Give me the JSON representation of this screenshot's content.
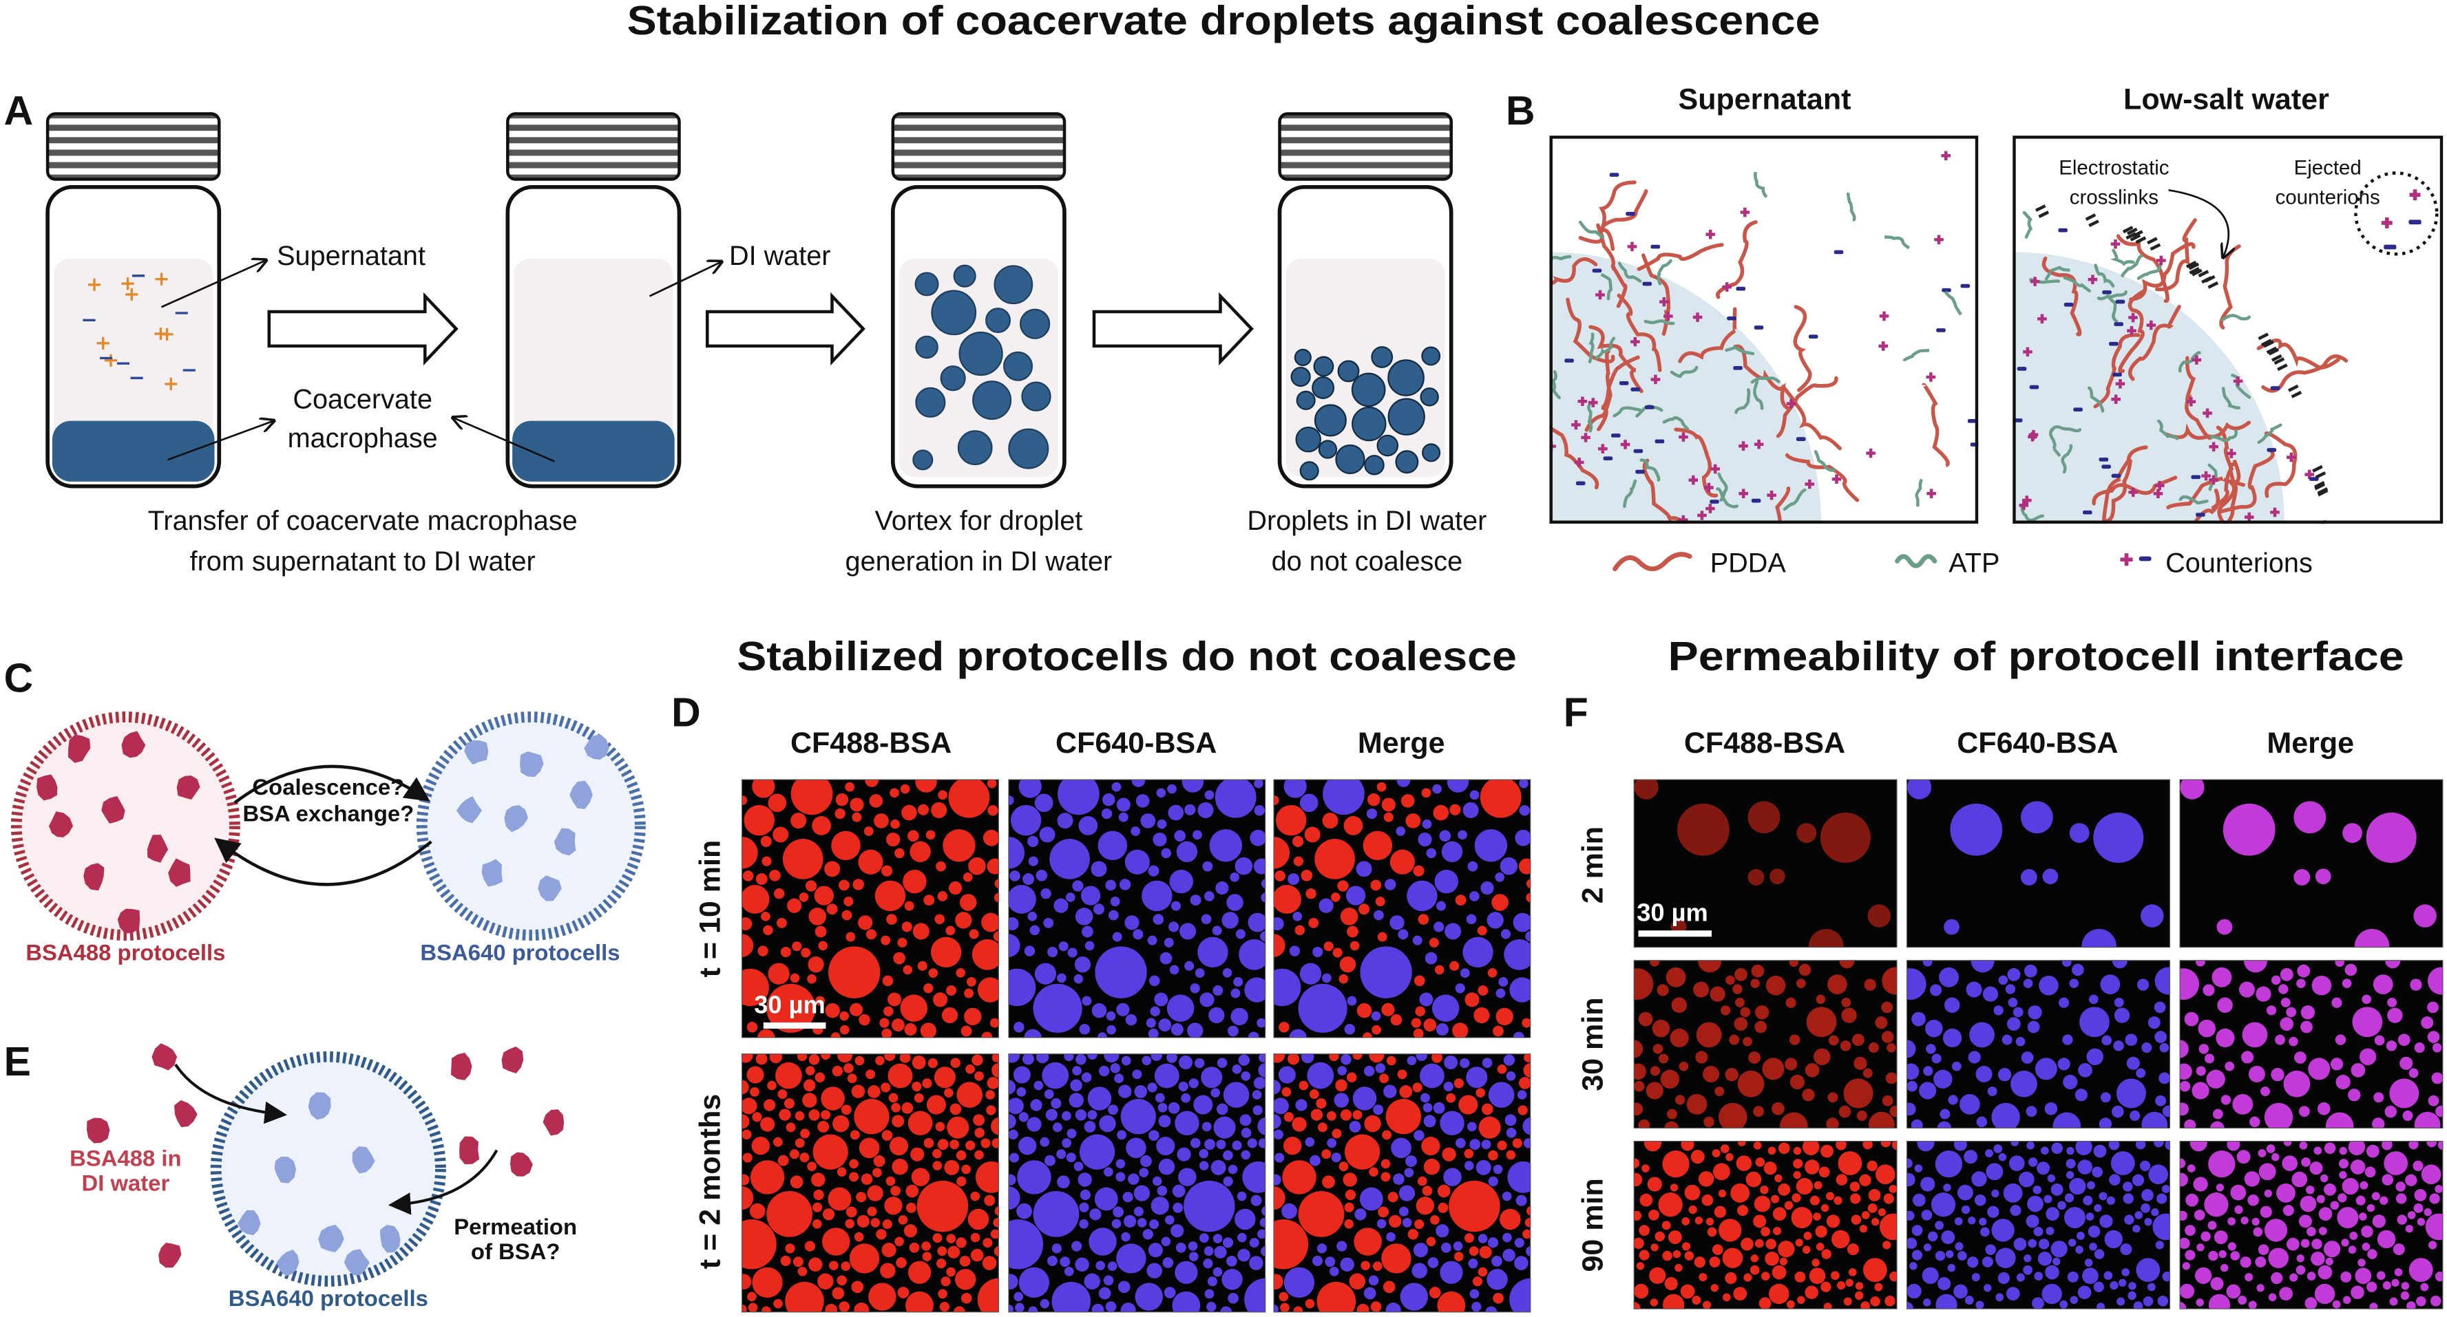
{
  "main_title": "Stabilization of coacervate droplets against coalescence",
  "panel_a": {
    "label": "A",
    "supernatant": "Supernatant",
    "coacervate_line1": "Coacervate",
    "coacervate_line2": "macrophase",
    "di_water": "DI water",
    "caption1_line1": "Transfer of coacervate macrophase",
    "caption1_line2": "from supernatant to DI water",
    "caption2_line1": "Vortex for droplet",
    "caption2_line2": "generation in DI water",
    "caption3_line1": "Droplets in DI water",
    "caption3_line2": "do not coalesce",
    "colors": {
      "macrophase": "#2f5f8a",
      "plus": "#e08a2a",
      "minus": "#2b4a9a"
    }
  },
  "panel_b": {
    "label": "B",
    "left_title": "Supernatant",
    "right_title": "Low-salt water",
    "annotation_crosslinks_line1": "Electrostatic",
    "annotation_crosslinks_line2": "crosslinks",
    "annotation_ejected_line1": "Ejected",
    "annotation_ejected_line2": "counterions",
    "legend": {
      "pdda": "PDDA",
      "atp": "ATP",
      "counterions": "Counterions"
    },
    "colors": {
      "pdda": "#c8574a",
      "atp": "#6a9e88",
      "cation": "#b0307f",
      "anion": "#2a2a8a"
    }
  },
  "panel_c": {
    "label": "C",
    "question_line1": "Coalescence?",
    "question_line2": "BSA exchange?",
    "left_caption": "BSA488 protocells",
    "right_caption": "BSA640 protocells"
  },
  "panel_e": {
    "label": "E",
    "outside_line1": "BSA488  in",
    "outside_line2": "DI water",
    "question_line1": "Permeation",
    "question_line2": "of BSA?",
    "caption": "BSA640 protocells"
  },
  "panel_d": {
    "label": "D",
    "title": "Stabilized protocells do not coalesce",
    "columns": [
      "CF488-BSA",
      "CF640-BSA",
      "Merge"
    ],
    "rows": [
      "t = 10 min",
      "t = 2 months"
    ],
    "scale_bar": "30 µm"
  },
  "panel_f": {
    "label": "F",
    "title": "Permeability of protocell interface",
    "columns": [
      "CF488-BSA",
      "CF640-BSA",
      "Merge"
    ],
    "rows": [
      "2 min",
      "30 min",
      "90 min"
    ],
    "scale_bar": "30 µm"
  }
}
